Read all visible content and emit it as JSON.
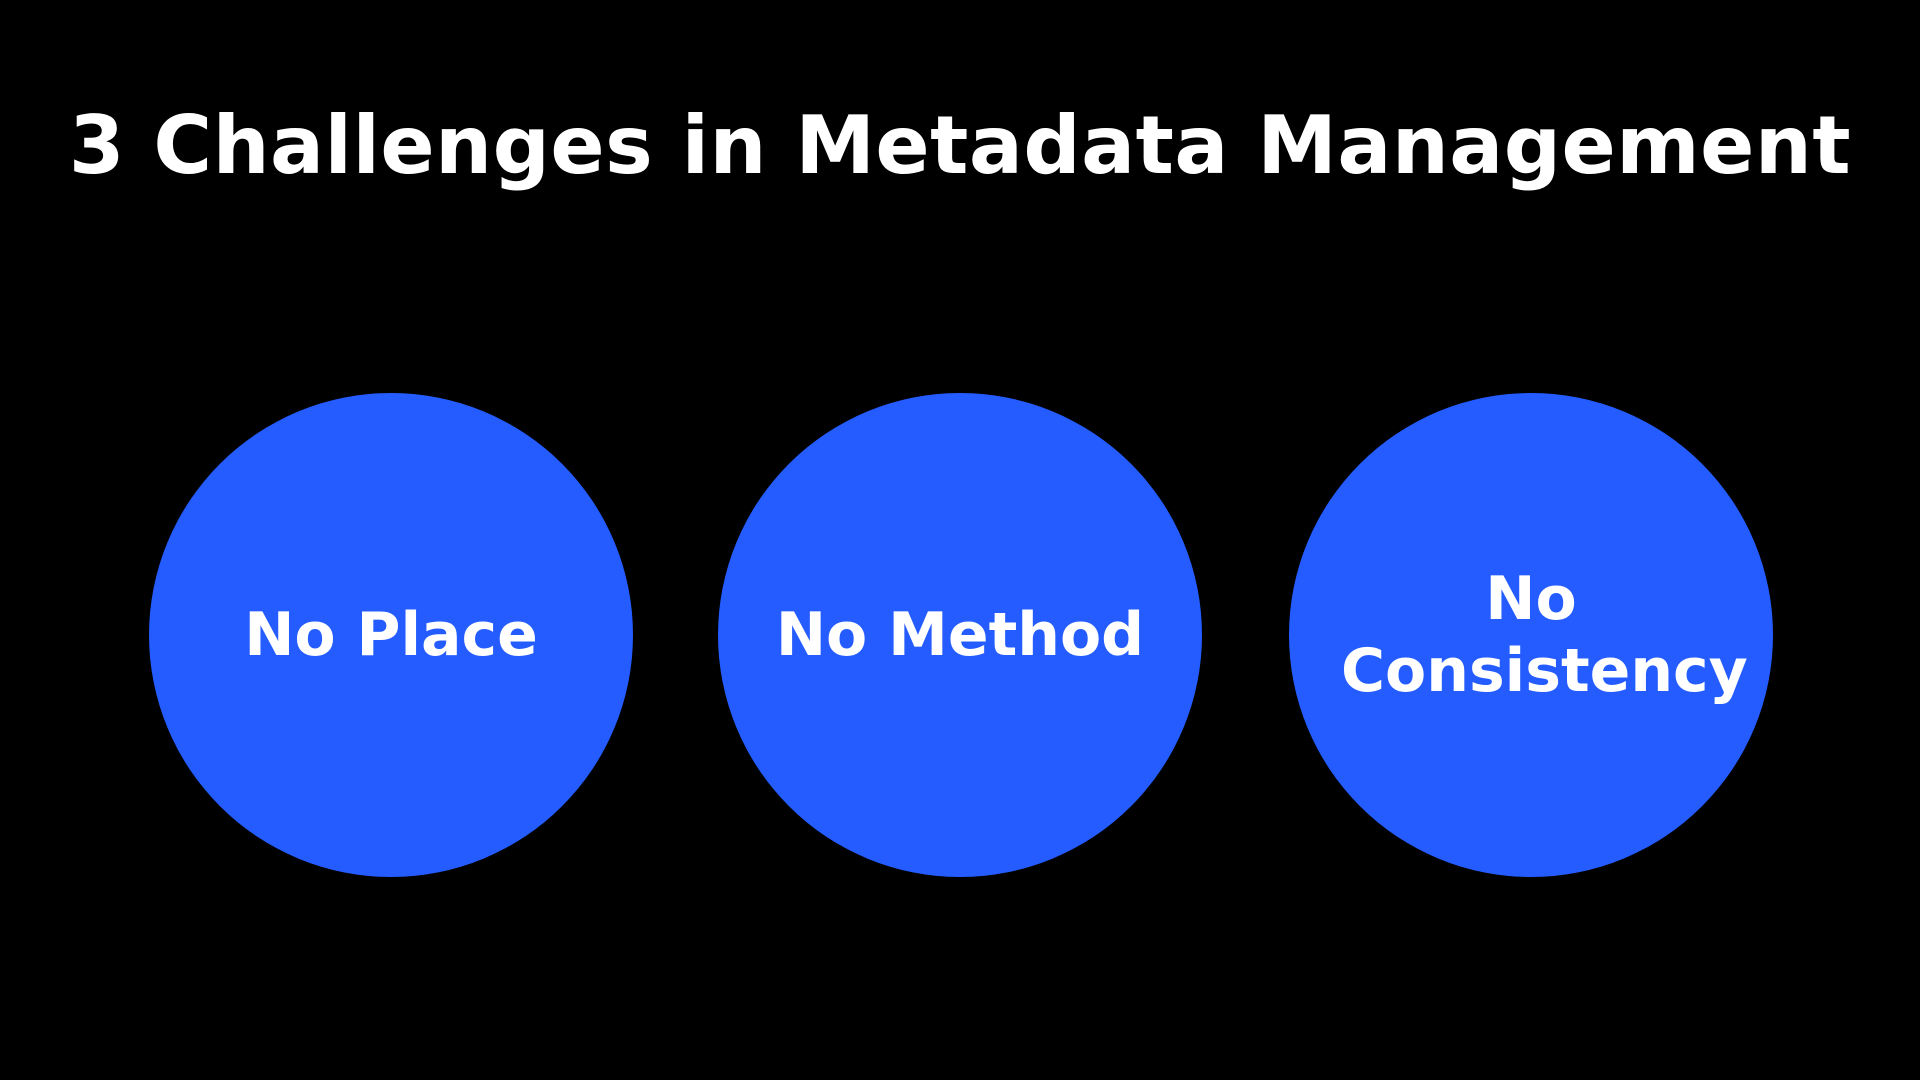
{
  "slide": {
    "title": "3 Challenges in Metadata Management",
    "challenges": [
      {
        "label": "No Place"
      },
      {
        "label": "No Method"
      },
      {
        "label": "No Consistency"
      }
    ],
    "colors": {
      "background": "#000000",
      "circle_fill": "#245cff",
      "text": "#ffffff"
    }
  }
}
